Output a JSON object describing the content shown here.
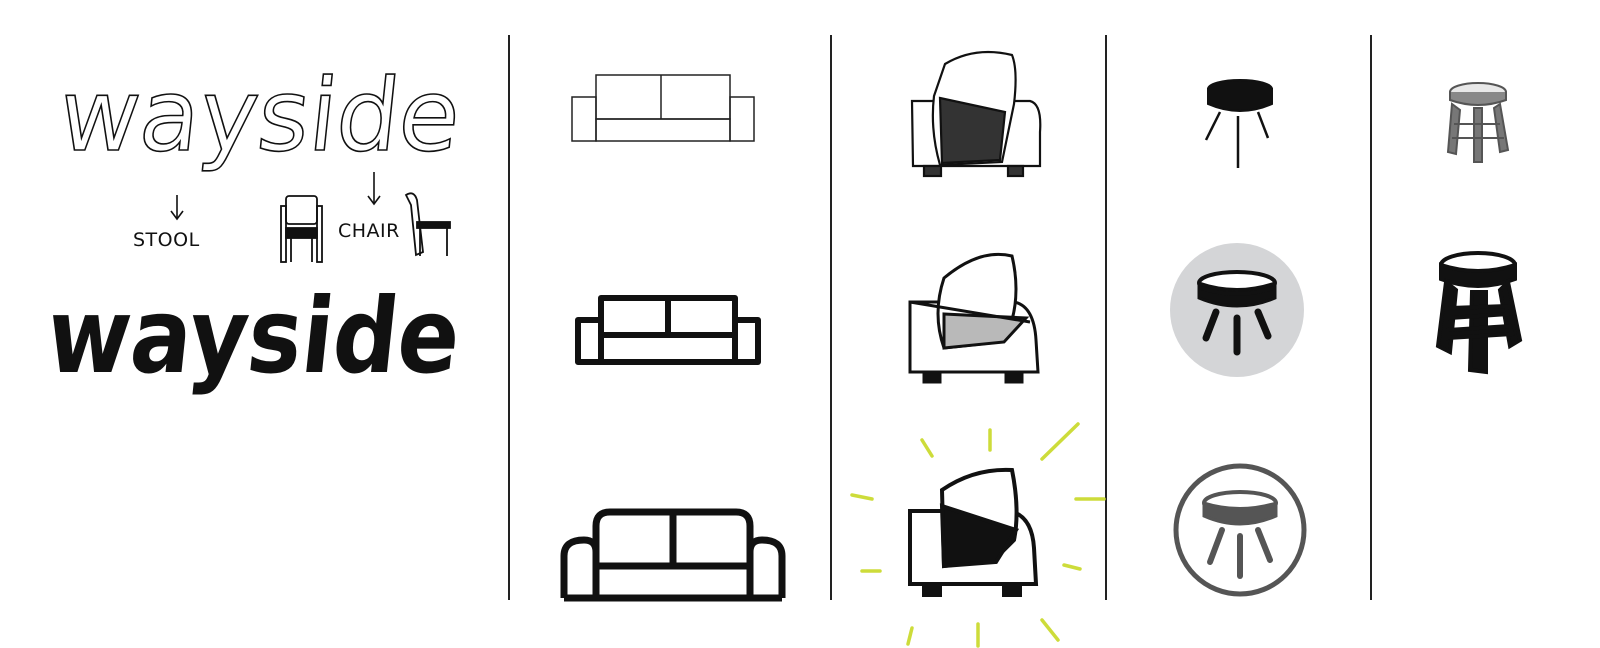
{
  "sketch": {
    "wordmark": "wayside",
    "note_stool": "STOOL",
    "note_chair": "CHAIR"
  },
  "columns": [
    {
      "id": "lettering",
      "subject": "wordmark-sketch"
    },
    {
      "id": "sofa",
      "subject": "sofa-icon-iterations",
      "variants": 3
    },
    {
      "id": "armchair",
      "subject": "armchair-icon-iterations",
      "variants": 3
    },
    {
      "id": "round-stool",
      "subject": "round-stool-icon-iterations",
      "variants": 3
    },
    {
      "id": "bar-stool",
      "subject": "bar-stool-icon-iterations",
      "variants": 2
    }
  ],
  "colors": {
    "ink": "#111111",
    "divider": "#222222",
    "badge_fill": "#d4d5d7",
    "ring": "#555555",
    "spark": "#cddc3a",
    "gray_fill": "#b9b9b9"
  }
}
